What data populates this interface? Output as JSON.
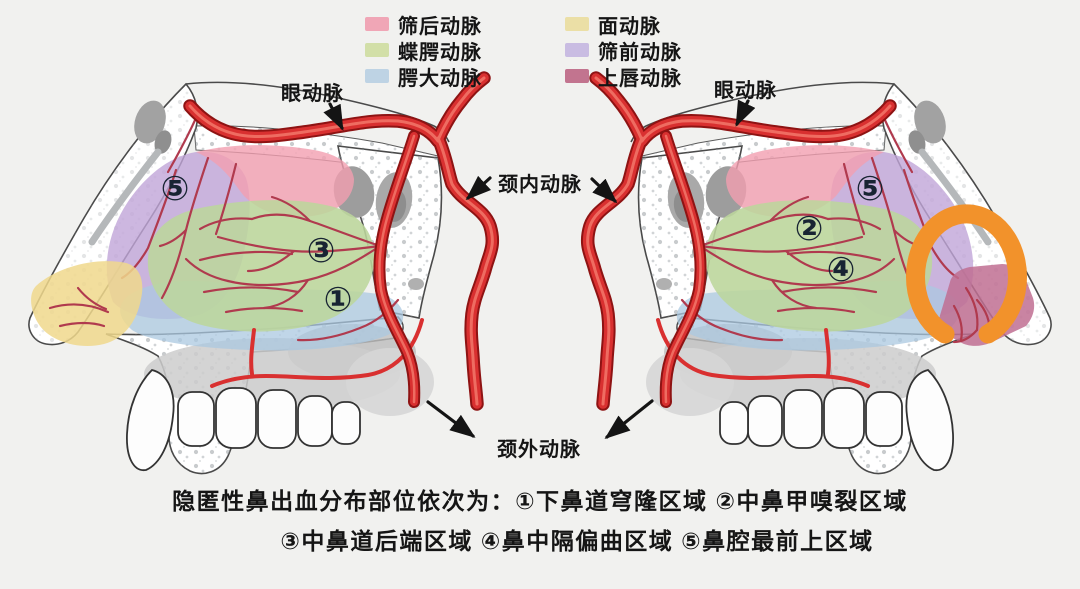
{
  "legend": {
    "items": [
      {
        "label": "筛后动脉",
        "color": "#f0a6b6"
      },
      {
        "label": "蝶腭动脉",
        "color": "#d2dfa8"
      },
      {
        "label": "腭大动脉",
        "color": "#bed3e4"
      },
      {
        "label": "面动脉",
        "color": "#ebdfa6"
      },
      {
        "label": "筛前动脉",
        "color": "#c9bce2"
      },
      {
        "label": "上唇动脉",
        "color": "#c2748f"
      }
    ]
  },
  "labels": {
    "ophthalmic_left": "眼动脉",
    "ophthalmic_right": "眼动脉",
    "internal_carotid": "颈内动脉",
    "external_carotid": "颈外动脉"
  },
  "markers": {
    "left_5": "⑤",
    "left_3": "③",
    "left_1": "①",
    "right_5": "⑤",
    "right_2": "②",
    "right_4": "④"
  },
  "caption": {
    "line1": "隐匿性鼻出血分布部位依次为：①下鼻道穹隆区域 ②中鼻甲嗅裂区域",
    "line2": "③中鼻道后端区域 ④鼻中隔偏曲区域 ⑤鼻腔最前上区域"
  },
  "regions": {
    "posterior_ethmoidal_pink": "#f29fb0",
    "sphenopalatine_green": "#bcd69c",
    "greater_palatine_blue": "#abc8e0",
    "anterior_ethmoidal_purple": "#c0a5d8",
    "facial_yellow": "#f0d88c",
    "superior_labial_maroon": "#bf6e92"
  },
  "colors": {
    "background": "#f1f1ef",
    "artery_dark": "#8e1313",
    "artery_main": "#d93030",
    "artery_light": "#f2776a",
    "branch": "#b03a4e",
    "highlight_ring": "#f2922b",
    "number": "#182433",
    "arrow": "#141414"
  }
}
